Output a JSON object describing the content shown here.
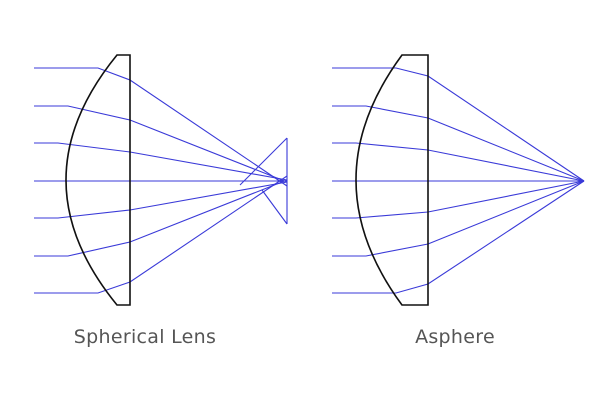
{
  "colors": {
    "background": "#ffffff",
    "lens_outline": "#111111",
    "ray": "#3a3ad8",
    "caption_text": "#555555"
  },
  "panels": [
    {
      "id": "spherical",
      "caption": "Spherical Lens",
      "focus": "spread (spherical aberration)"
    },
    {
      "id": "asphere",
      "caption": "Asphere",
      "focus": "single point"
    }
  ]
}
